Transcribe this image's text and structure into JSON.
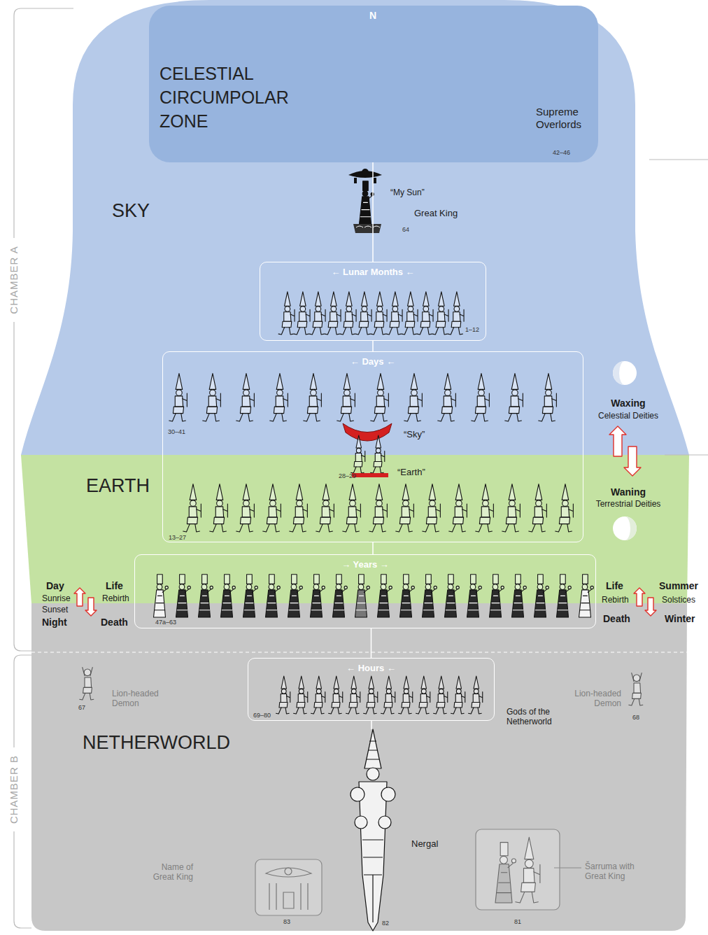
{
  "diagram": {
    "nodes": [
      {
        "text": [
          "SKY"
        ]
      },
      {
        "text": [
          "CELESTIAL CIRCUMPOLAR ZONE",
          "Supreme Overlords"
        ],
        "in": 0
      },
      {
        "text": [
          "← Lunar Months ←"
        ],
        "in": 0
      },
      {
        "text": [
          "← Days ←"
        ]
      },
      {
        "text": [
          "EARTH"
        ]
      },
      {
        "text": [
          "→ Years →"
        ]
      },
      {
        "text": [
          "NETHERWORLD"
        ]
      },
      {
        "text": [
          "← Hours ←"
        ],
        "in": 6
      }
    ],
    "edges": [
      {
        "from": 1,
        "to": 2,
        "arrow": "none"
      },
      {
        "from": 2,
        "to": 3,
        "arrow": "none"
      },
      {
        "from": 3,
        "to": 5,
        "arrow": "none"
      },
      {
        "from": 5,
        "to": 7,
        "arrow": "none"
      }
    ],
    "labels": [
      "N",
      "CHAMBER A",
      "CHAMBER B",
      "42–46",
      "“My Sun”",
      "Great King",
      "64",
      "1–12",
      "30–41",
      "“Sky”",
      "28–29",
      "“Earth”",
      "13–27",
      "Waxing",
      "Celestial Deities",
      "Waning",
      "Terrestrial Deities",
      "Day",
      "Sunrise",
      "Sunset",
      "Night",
      "Life",
      "Rebirth",
      "Death",
      "47a–63",
      "Life",
      "Rebirth",
      "Death",
      "Summer",
      "Solstices",
      "Winter",
      "Lion-headed Demon",
      "67",
      "Lion-headed Demon",
      "68",
      "69–80",
      "Gods of the Netherworld",
      "Nergal",
      "82",
      "Name of Great King",
      "83",
      "Šarruma with Great King",
      "81"
    ]
  }
}
